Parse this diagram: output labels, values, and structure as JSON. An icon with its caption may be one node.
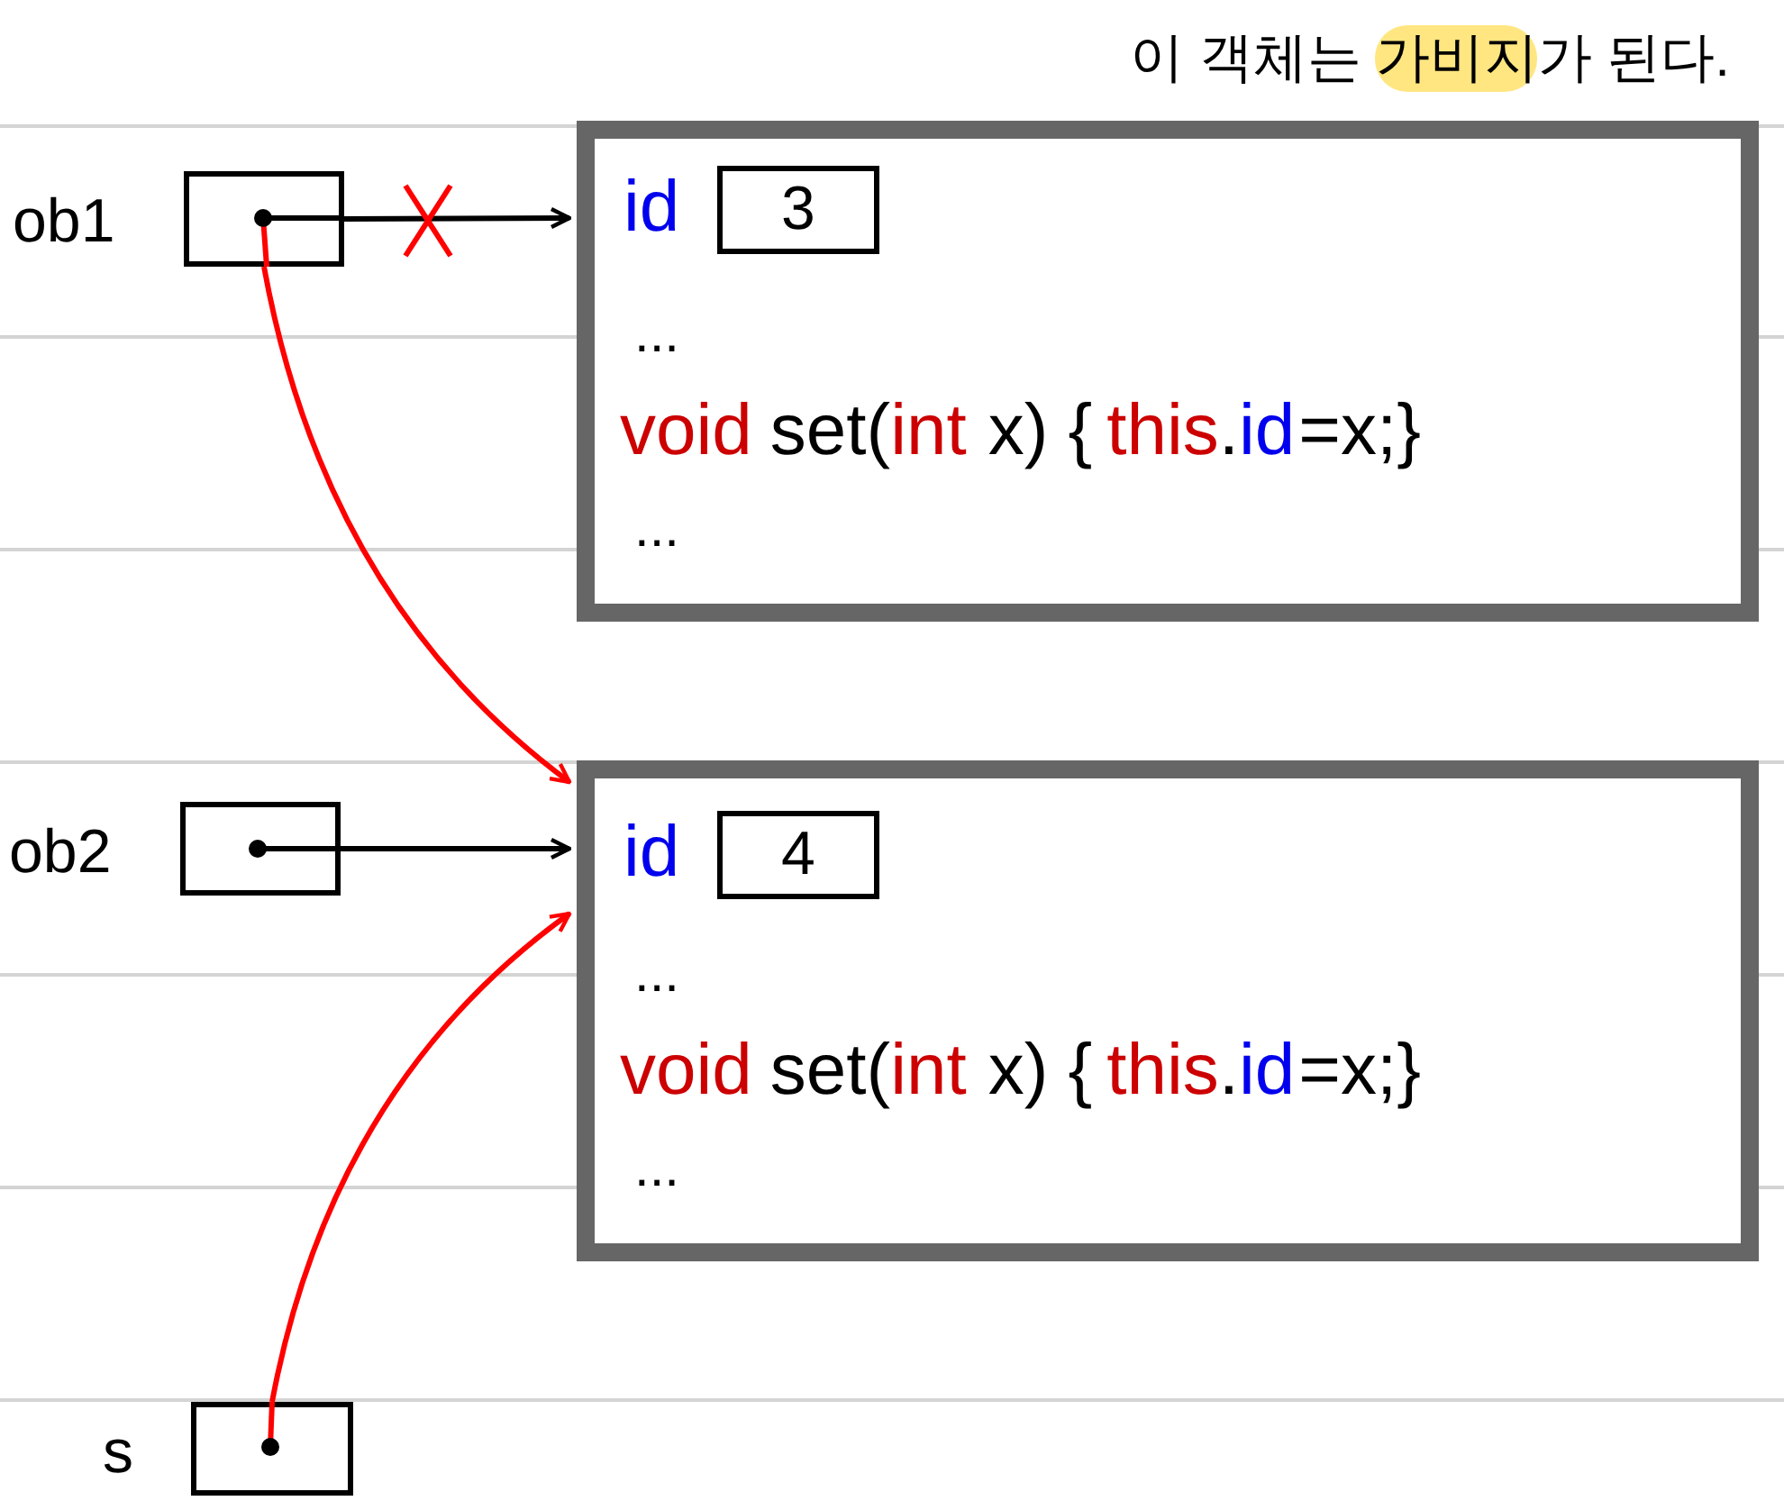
{
  "diagram": {
    "nodes": [
      {
        "text": [
          "...",
          "void",
          "set(",
          "int",
          "x) {",
          "this",
          ".",
          "id",
          "=x;}",
          "..."
        ],
        "beside": [
          "이 객체는",
          "가비지",
          "가 된다."
        ]
      },
      {
        "text": [
          "3"
        ],
        "beside": [
          "id"
        ],
        "in": 0
      },
      {
        "text": [
          "...",
          "void",
          "set(",
          "int",
          "x) {",
          "this",
          ".",
          "id",
          "=x;}",
          "..."
        ]
      },
      {
        "text": [
          "4"
        ],
        "beside": [
          "id"
        ],
        "in": 2
      },
      {
        "text": [
          "ob1"
        ]
      },
      {
        "text": [
          "ob2"
        ]
      },
      {
        "text": [
          "s"
        ]
      }
    ],
    "edges": [
      {
        "from": 4,
        "to": 0,
        "arrow": "to"
      },
      {
        "from": 4,
        "to": 2,
        "arrow": "to",
        "color": "#ff0000"
      },
      {
        "from": 5,
        "to": 2,
        "arrow": "to"
      },
      {
        "from": 6,
        "to": 2,
        "arrow": "to",
        "color": "#ff0000"
      }
    ]
  }
}
